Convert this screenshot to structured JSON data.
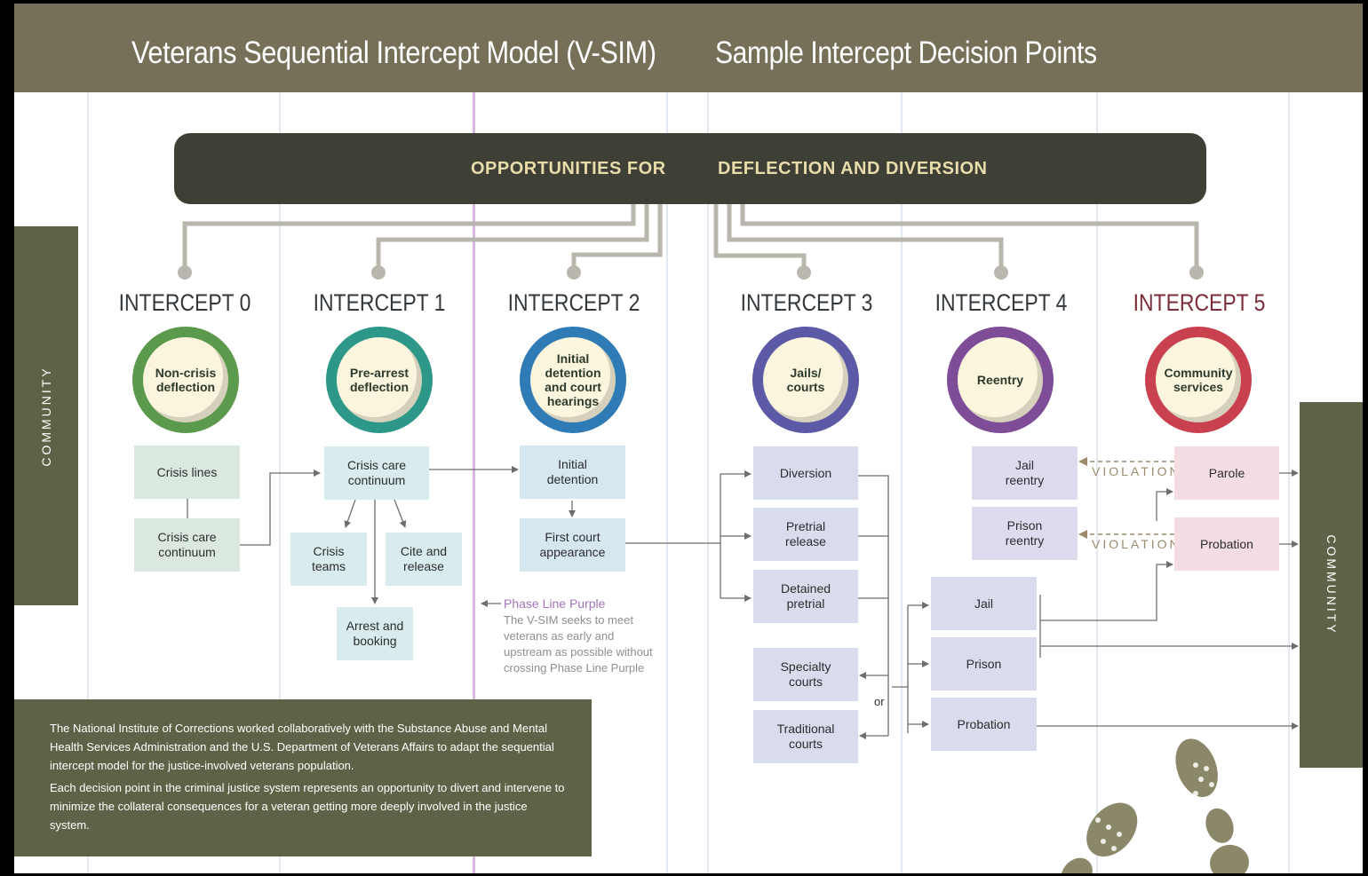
{
  "header": {
    "title": "Veterans Sequential Intercept Model (V-SIM)",
    "subtitle": "Sample Intercept Decision Points"
  },
  "banner": {
    "left_text": "OPPORTUNITIES FOR",
    "right_text": "DEFLECTION AND DIVERSION"
  },
  "sidebars": {
    "left": "COMMUNITY",
    "right": "COMMUNITY"
  },
  "intercepts": [
    {
      "label": "INTERCEPT 0",
      "circle": "Non-crisis deflection",
      "color": "#5b9a4c"
    },
    {
      "label": "INTERCEPT 1",
      "circle": "Pre-arrest deflection",
      "color": "#2d9889"
    },
    {
      "label": "INTERCEPT 2",
      "circle": "Initial detention and court hearings",
      "color": "#2f7bb5"
    },
    {
      "label": "INTERCEPT 3",
      "circle": "Jails/ courts",
      "color": "#5c59a6"
    },
    {
      "label": "INTERCEPT 4",
      "circle": "Reentry",
      "color": "#7f4d98"
    },
    {
      "label": "INTERCEPT 5",
      "circle": "Community services",
      "color": "#c9404f"
    }
  ],
  "boxes": {
    "crisis_lines": "Crisis lines",
    "crisis_care_continuum_0": "Crisis care continuum",
    "crisis_care_continuum_1": "Crisis care continuum",
    "crisis_teams": "Crisis teams",
    "cite_and_release": "Cite and release",
    "arrest_and_booking": "Arrest and booking",
    "initial_detention": "Initial detention",
    "first_court_appearance": "First court appearance",
    "diversion": "Diversion",
    "pretrial_release": "Pretrial release",
    "detained_pretrial": "Detained pretrial",
    "specialty_courts": "Specialty courts",
    "traditional_courts": "Traditional courts",
    "jail": "Jail",
    "prison": "Prison",
    "probation_4": "Probation",
    "jail_reentry": "Jail reentry",
    "prison_reentry": "Prison reentry",
    "parole": "Parole",
    "probation_5": "Probation"
  },
  "connector_labels": {
    "or": "or",
    "violation": "VIOLATION"
  },
  "phase_line": {
    "title": "Phase Line Purple",
    "body": [
      "The V-SIM seeks to meet",
      "veterans as early and",
      "upstream as possible without",
      "crossing Phase Line Purple"
    ]
  },
  "note": {
    "p1": "The National Institute of Corrections worked collaboratively with the Substance Abuse and Mental Health Services Administration and the U.S. Department of Veterans Affairs to adapt the sequential intercept model for the justice-involved veterans population.",
    "p2": "Each decision point in the criminal justice system represents an opportunity to divert and intervene to minimize the collateral consequences for a veteran getting more deeply involved in the justice system."
  },
  "colors": {
    "header": "#767059",
    "banner": "#3e3f35",
    "sidebar": "#5f6246",
    "phase_line": "#d7b6e0"
  }
}
